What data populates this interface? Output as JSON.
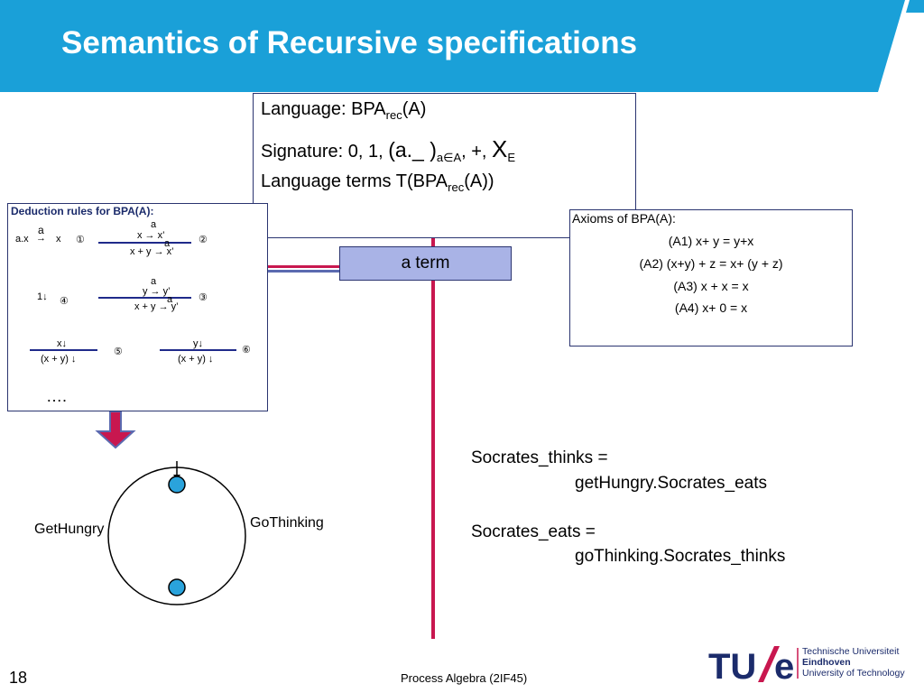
{
  "title": "Semantics of Recursive specifications",
  "language_box": {
    "line1_prefix": "Language: BPA",
    "line1_sub": "rec",
    "line1_suffix": "(A)",
    "line2_prefix": "Signature: 0, 1, ",
    "line2_paren": "(a._ )",
    "line2_sub": "a∈A",
    "line2_mid": ", +, ",
    "line2_x": "X",
    "line2_xsub": "E",
    "line3_prefix": "Language terms T(BPA",
    "line3_sub": "rec",
    "line3_suffix": "(A))"
  },
  "rules_box": {
    "heading": "Deduction rules for BPA(A):",
    "r1_premise": "a.x",
    "r1_label": "a",
    "r1_target": "x",
    "r1_num": "①",
    "r2_top_label": "a",
    "r2_premise": "x → x’",
    "r2_bottom_label": "a",
    "r2_conclusion": "x + y → x’",
    "r2_num": "②",
    "r3_premise_label": "a",
    "r3_premise": "y → y’",
    "r3_conclusion_label": "a",
    "r3_conclusion": "x + y → y’",
    "r3_num": "③",
    "r4_term": "1↓",
    "r4_num": "④",
    "r5_premise": "x↓",
    "r5_conclusion": "(x + y) ↓",
    "r5_num": "⑤",
    "r6_premise": "y↓",
    "r6_conclusion": "(x + y) ↓",
    "r6_num": "⑥",
    "ellipsis": "…."
  },
  "a_term_label": "a term",
  "axioms_box": {
    "heading": "Axioms of BPA(A):",
    "axioms": [
      "(A1)  x+ y = y+x",
      "(A2) (x+y) + z = x+ (y + z)",
      "(A3) x + x = x",
      "(A4) x+ 0 = x"
    ]
  },
  "diagram": {
    "left_label": "GetHungry",
    "right_label": "GoThinking"
  },
  "equations": {
    "eq1_lhs": "Socrates_thinks =",
    "eq1_rhs": "getHungry.Socrates_eats",
    "eq2_lhs": "Socrates_eats =",
    "eq2_rhs": "goThinking.Socrates_thinks"
  },
  "footer": {
    "page_number": "18",
    "course": "Process Algebra (2IF45)",
    "logo_text": "TU/e",
    "logo_lines": [
      "Technische Universiteit",
      "Eindhoven",
      "University of Technology"
    ]
  },
  "colors": {
    "title_bar": "#1aa0d8",
    "accent_red": "#c8174f",
    "node_fill": "#2aa3dc",
    "a_term_fill": "#a9b3e6",
    "logo_red": "#c8174f",
    "logo_navy": "#1b2b6b"
  }
}
